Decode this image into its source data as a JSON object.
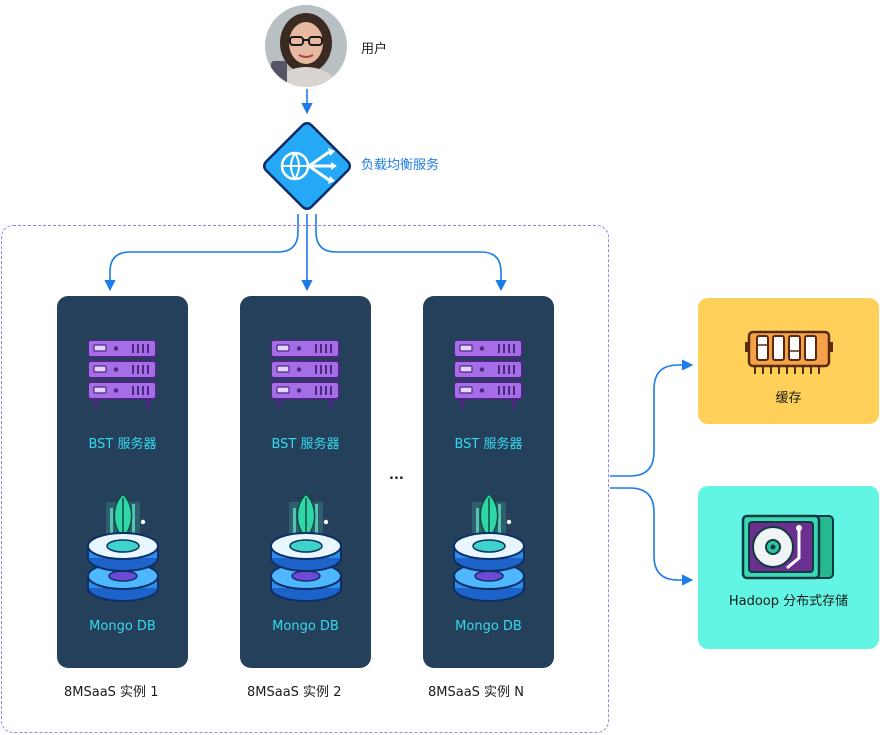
{
  "user": {
    "label": "用户"
  },
  "load_balancer": {
    "label": "负载均衡服务"
  },
  "instances": [
    {
      "server_label": "BST 服务器",
      "db_label": "Mongo DB",
      "name": "8MSaaS 实例 1"
    },
    {
      "server_label": "BST 服务器",
      "db_label": "Mongo DB",
      "name": "8MSaaS 实例 2"
    },
    {
      "server_label": "BST 服务器",
      "db_label": "Mongo DB",
      "name": "8MSaaS 实例 N"
    }
  ],
  "ellipsis": "...",
  "cache": {
    "label": "缓存"
  },
  "hadoop": {
    "label": "Hadoop 分布式存储"
  },
  "icons": [
    "user-avatar",
    "load-balancer-icon",
    "server-rack-icon",
    "mongodb-icon",
    "memory-icon",
    "hard-disk-icon"
  ],
  "colors": {
    "instance_bg": "#25405a",
    "server_purple": "#a56de6",
    "label_cyan": "#35d9ec",
    "arrow_blue": "#1c7ce8",
    "group_border": "#a47ee6",
    "cache_bg": "#ffd059",
    "hadoop_bg": "#62f5e3"
  }
}
